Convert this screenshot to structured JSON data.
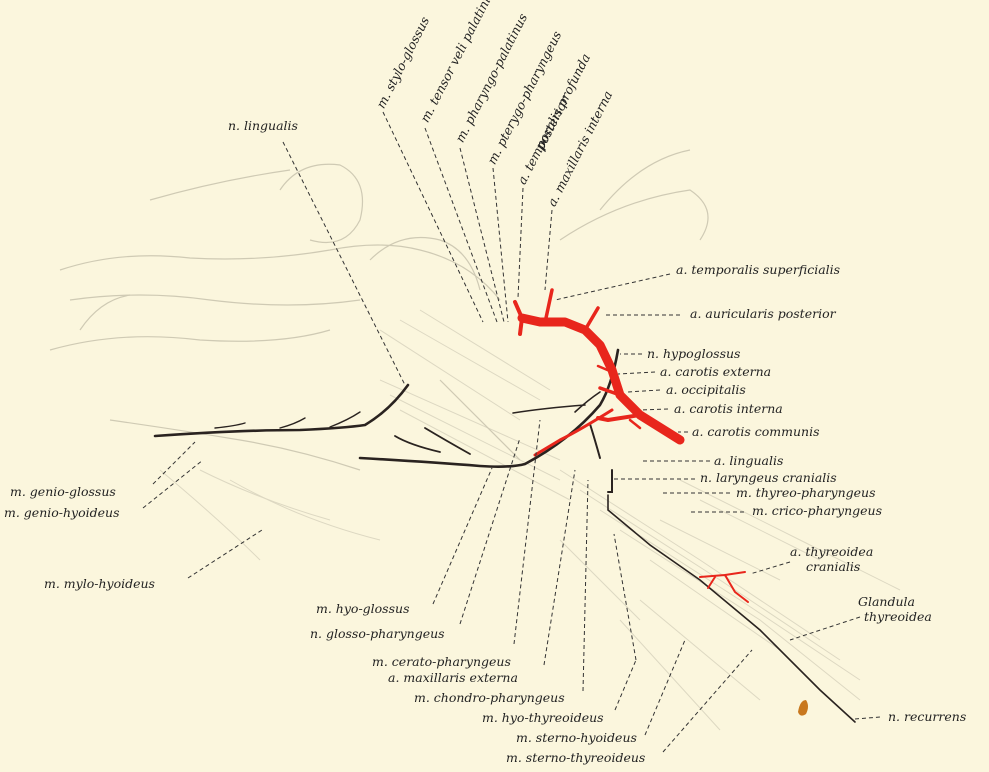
{
  "labels": {
    "n_lingualis": "n. lingualis",
    "m_stylo_glossus": "m. stylo-glossus",
    "m_tensor_veli_palatini": "m. tensor veli palatini",
    "m_pharyngo_palatinus": "m. pharyngo-palatinus",
    "m_pterygo_pharyngeus": "m. pterygo-pharyngeus",
    "a_temporalis_profunda": "a. temporalis profunda",
    "posterior": "posterior",
    "a_maxillaris_interna": "a. maxillaris interna",
    "a_temporalis_superficialis": "a. temporalis superficialis",
    "a_auricularis_posterior": "a. auricularis posterior",
    "n_hypoglossus": "n. hypoglossus",
    "a_carotis_externa": "a. carotis externa",
    "a_occipitalis": "a. occipitalis",
    "a_carotis_interna": "a. carotis interna",
    "a_carotis_communis": "a. carotis communis",
    "a_lingualis": "a. lingualis",
    "n_laryngeus_cranialis": "n. laryngeus cranialis",
    "m_thyreo_pharyngeus": "m. thyreo-pharyngeus",
    "m_crico_pharyngeus": "m. crico-pharyngeus",
    "a_thyreoidea": "a. thyreoidea",
    "cranialis": "cranialis",
    "glandula": "Glandula",
    "thyreoidea": "thyreoidea",
    "n_recurrens": "n. recurrens",
    "m_genio_glossus": "m. genio-glossus",
    "m_genio_hyoideus": "m. genio-hyoideus",
    "m_mylo_hyoideus": "m. mylo-hyoideus",
    "m_hyo_glossus": "m. hyo-glossus",
    "n_glosso_pharyngeus": "n. glosso-pharyngeus",
    "m_cerato_pharyngeus": "m. cerato-pharyngeus",
    "a_maxillaris_externa": "a. maxillaris externa",
    "m_chondro_pharyngeus": "m. chondro-pharyngeus",
    "m_hyo_thyreoideus": "m. hyo-thyreoideus",
    "m_sterno_hyoideus": "m. sterno-hyoideus",
    "m_sterno_thyreoideus": "m. sterno-thyreoideus"
  },
  "colors": {
    "background": "#fbf6dd",
    "artery": "#e8261c",
    "nerve": "#2a2320",
    "gland": "#c8781e"
  }
}
